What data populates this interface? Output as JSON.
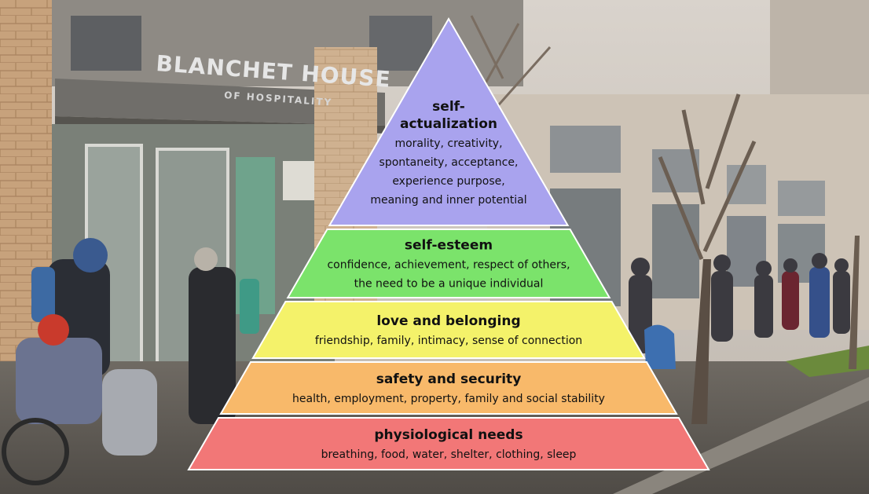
{
  "background": {
    "sign_main": "BLANCHET HOUSE",
    "sign_sub": "OF HOSPITALITY"
  },
  "pyramid": {
    "tiers": [
      {
        "title_lines": [
          "self-",
          "actualization"
        ],
        "body_lines": [
          "morality, creativity,",
          "spontaneity, acceptance,",
          "experience purpose,",
          "meaning and inner potential"
        ],
        "color": "#a9a3ee"
      },
      {
        "title_lines": [
          "self-esteem"
        ],
        "body_lines": [
          "confidence, achievement, respect of others,",
          "the need to be a unique individual"
        ],
        "color": "#7be36b"
      },
      {
        "title_lines": [
          "love and belonging"
        ],
        "body_lines": [
          "friendship, family, intimacy, sense of connection"
        ],
        "color": "#f4f26a"
      },
      {
        "title_lines": [
          "safety and security"
        ],
        "body_lines": [
          "health, employment, property, family and social stability"
        ],
        "color": "#f8b96a"
      },
      {
        "title_lines": [
          "physiological needs"
        ],
        "body_lines": [
          "breathing, food, water, shelter, clothing, sleep"
        ],
        "color": "#f27777"
      }
    ]
  }
}
